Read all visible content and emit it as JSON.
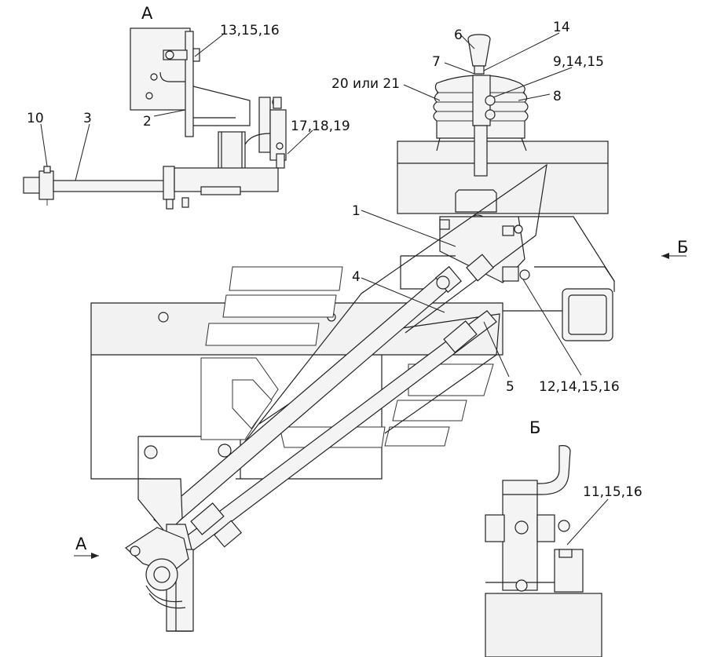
{
  "views": {
    "view_a_title": "А",
    "view_b_title": "Б",
    "arrow_a_label": "А",
    "arrow_b_label": "Б"
  },
  "callouts": {
    "c1": "1",
    "c2": "2",
    "c3": "3",
    "c4": "4",
    "c5": "5",
    "c6": "6",
    "c7": "7",
    "c8": "8",
    "c10": "10",
    "c_9_14_15": "9,14,15",
    "c_11_15_16": "11,15,16",
    "c_12_14_15_16": "12,14,15,16",
    "c_13_15_16": "13,15,16",
    "c_14": "14",
    "c_17_18_19": "17,18,19",
    "c_20_21": "20 или 21"
  }
}
